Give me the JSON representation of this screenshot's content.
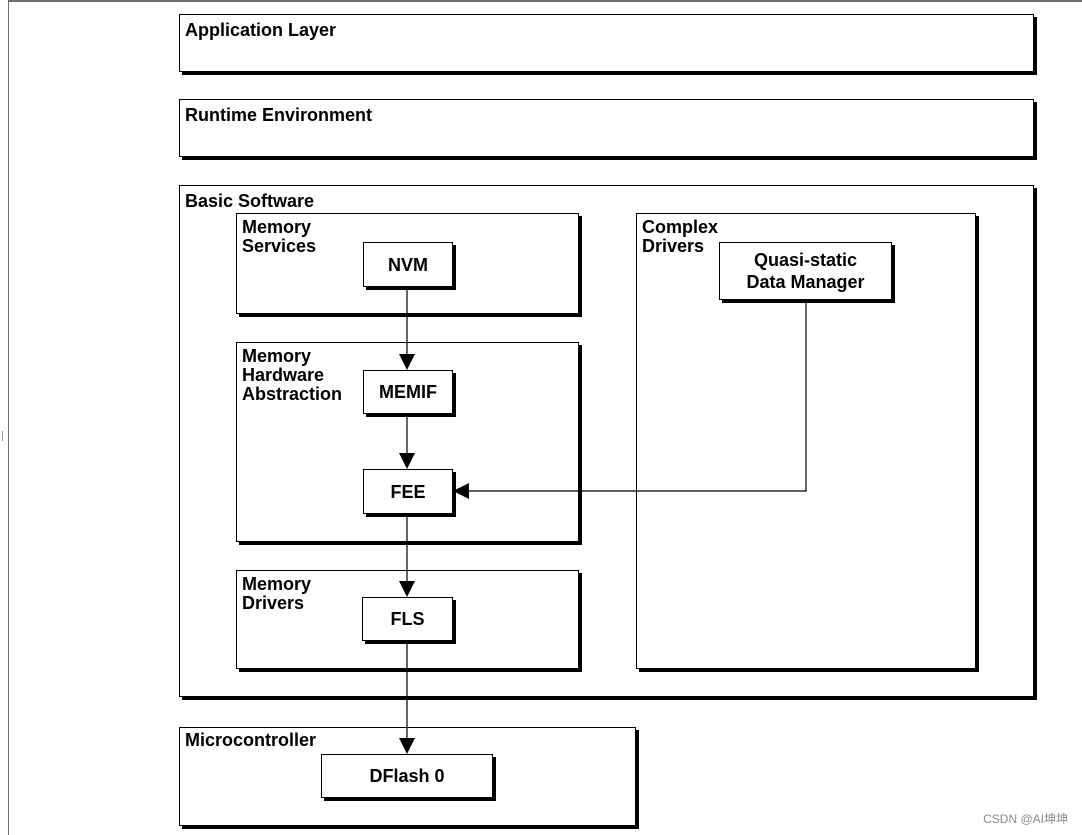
{
  "layers": {
    "application": "Application Layer",
    "runtime": "Runtime Environment",
    "basic_software": "Basic Software",
    "microcontroller": "Microcontroller"
  },
  "groups": {
    "memory_services": "Memory\nServices",
    "memory_hw_abstraction": "Memory\nHardware\nAbstraction",
    "memory_drivers": "Memory\nDrivers",
    "complex_drivers": "Complex\nDrivers"
  },
  "components": {
    "nvm": "NVM",
    "memif": "MEMIF",
    "fee": "FEE",
    "fls": "FLS",
    "quasi_static": "Quasi-static\nData Manager",
    "dflash": "DFlash 0"
  },
  "watermark": "CSDN @AI坤坤"
}
